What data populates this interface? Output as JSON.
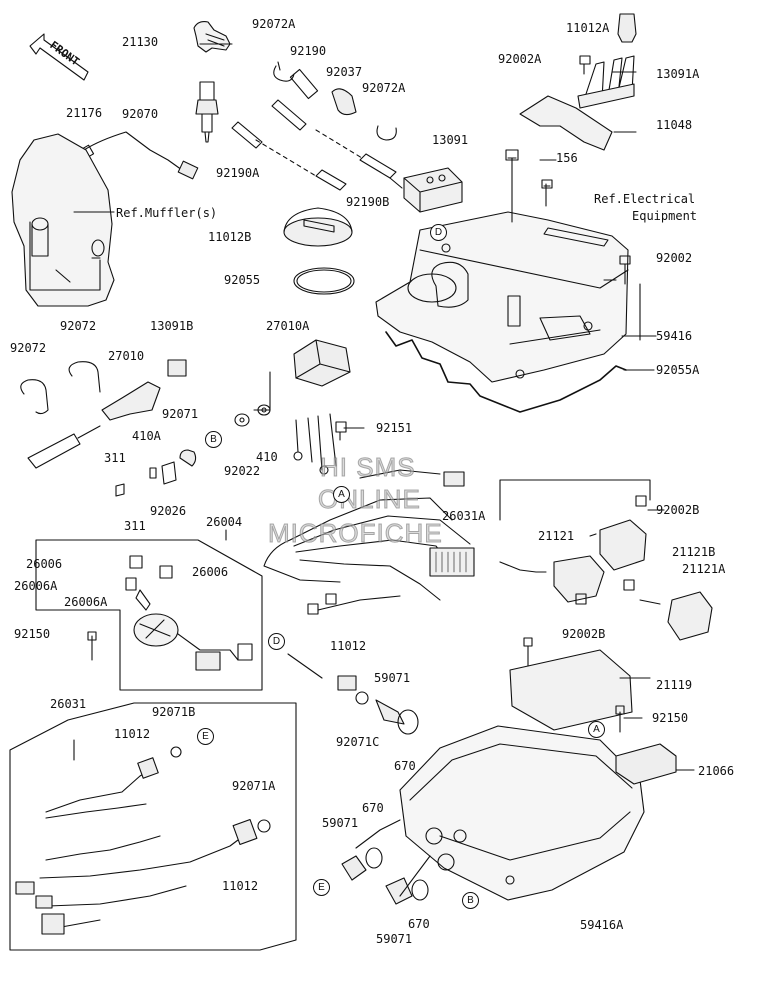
{
  "orientation": {
    "label": "FRONT"
  },
  "watermark": [
    "HI SMS",
    "ONLINE",
    "MICROFICHE"
  ],
  "references": {
    "muffler": "Ref.Muffler(s)",
    "electrical_line1": "Ref.Electrical",
    "electrical_line2": "Equipment"
  },
  "callout_markers": [
    "A",
    "B",
    "D",
    "E"
  ],
  "part_numbers": {
    "p21130": "21130",
    "p92072A_top": "92072A",
    "p92190": "92190",
    "p92037": "92037",
    "p92072A_right": "92072A",
    "p11012A": "11012A",
    "p92002A": "92002A",
    "p13091A": "13091A",
    "p21176": "21176",
    "p92070": "92070",
    "p11048": "11048",
    "p13091": "13091",
    "p156": "156",
    "p92190A": "92190A",
    "p92190B": "92190B",
    "p11012B": "11012B",
    "p92002": "92002",
    "p92055": "92055",
    "p92072_a": "92072",
    "p92072_b": "92072",
    "p13091B": "13091B",
    "p27010A": "27010A",
    "p27010": "27010",
    "p59416": "59416",
    "p92055A": "92055A",
    "p92071": "92071",
    "p410A": "410A",
    "p311_top": "311",
    "p410": "410",
    "p92022": "92022",
    "p92026": "92026",
    "p311_bottom": "311",
    "p92151": "92151",
    "p26004": "26004",
    "p26031A": "26031A",
    "p92002B": "92002B",
    "p21121": "21121",
    "p21121B": "21121B",
    "p21121A": "21121A",
    "p26006_a": "26006",
    "p26006_b": "26006",
    "p26006A_a": "26006A",
    "p26006A_b": "26006A",
    "p92150_left": "92150",
    "p11012_mid": "11012",
    "p92002B_low": "92002B",
    "p21119": "21119",
    "p59071_a": "59071",
    "p92071C": "92071C",
    "p670_a": "670",
    "p92150_right": "92150",
    "p21066": "21066",
    "p26031": "26031",
    "p92071B": "92071B",
    "p11012_left": "11012",
    "p92071A": "92071A",
    "p670_b": "670",
    "p59071_b": "59071",
    "p11012_bottom": "11012",
    "p670_c": "670",
    "p59071_c": "59071",
    "p59416A": "59416A"
  }
}
